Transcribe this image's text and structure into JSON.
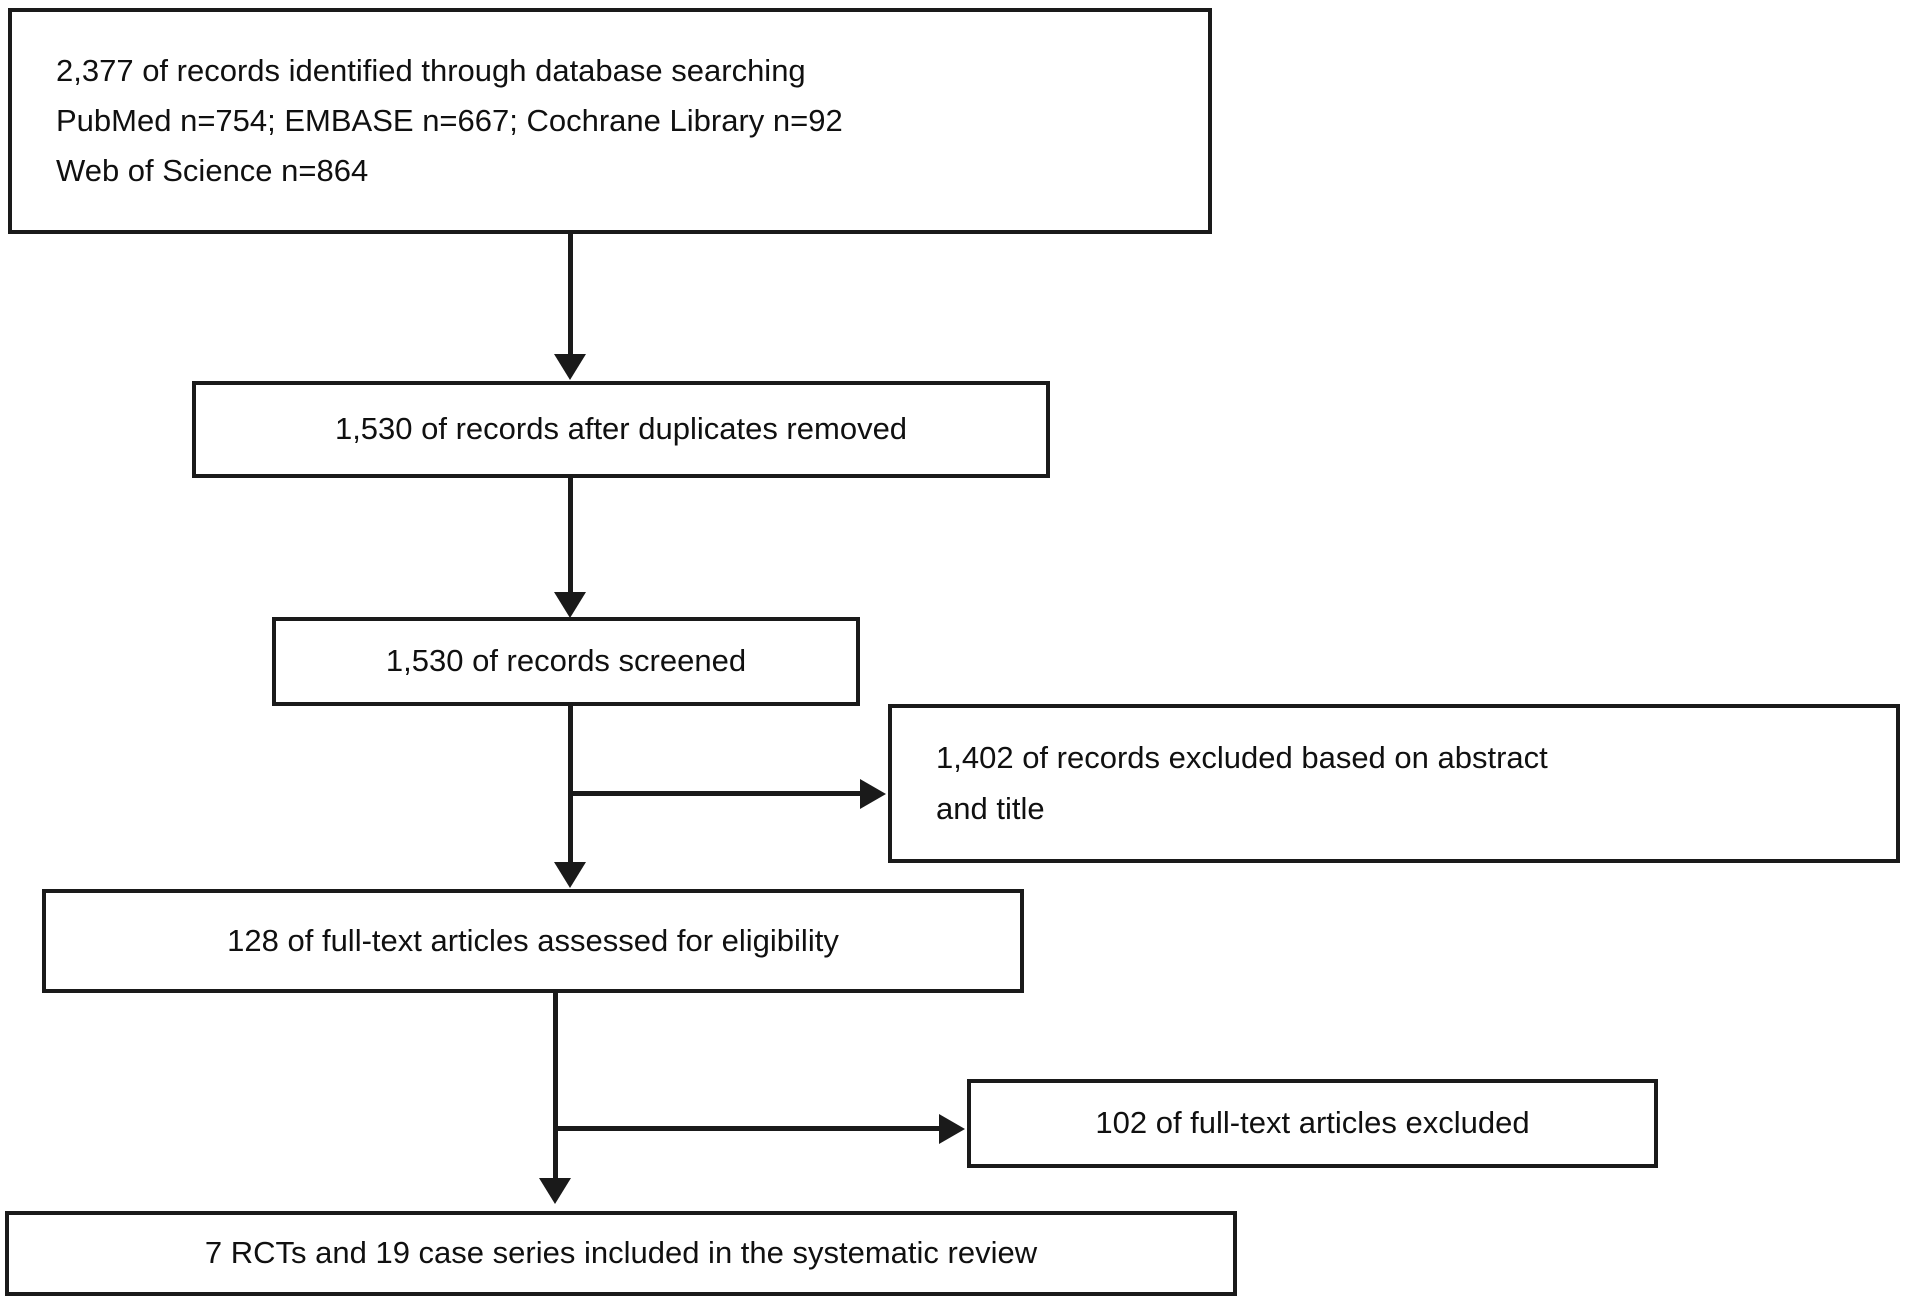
{
  "diagram": {
    "type": "prisma-flow-diagram",
    "nodes": [
      {
        "id": "identification",
        "lines": [
          "2,377 of records identified through database searching",
          "PubMed n=754; EMBASE n=667; Cochrane Library n=92",
          "Web of Science n=864"
        ]
      },
      {
        "id": "duplicates-removed",
        "lines": [
          "1,530 of records after duplicates removed"
        ]
      },
      {
        "id": "records-screened",
        "lines": [
          "1,530 of records screened"
        ]
      },
      {
        "id": "records-excluded",
        "lines": [
          "1,402 of records excluded based on abstract",
          "and title"
        ]
      },
      {
        "id": "fulltext-assessed",
        "lines": [
          "128 of full-text articles assessed for eligibility"
        ]
      },
      {
        "id": "fulltext-excluded",
        "lines": [
          "102 of full-text articles excluded"
        ]
      },
      {
        "id": "included",
        "lines": [
          "7 RCTs and 19 case series included in the systematic review"
        ]
      }
    ],
    "counts": {
      "identified_total": "2,377",
      "pubmed": "754",
      "embase": "667",
      "cochrane": "92",
      "web_of_science": "864",
      "after_duplicates": "1,530",
      "screened": "1,530",
      "excluded_abstract_title": "1,402",
      "fulltext_assessed": "128",
      "fulltext_excluded": "102",
      "included_rcts": "7",
      "included_case_series": "19"
    },
    "colors": {
      "border": "#1a1a1a",
      "text": "#101010",
      "background": "#ffffff"
    }
  }
}
